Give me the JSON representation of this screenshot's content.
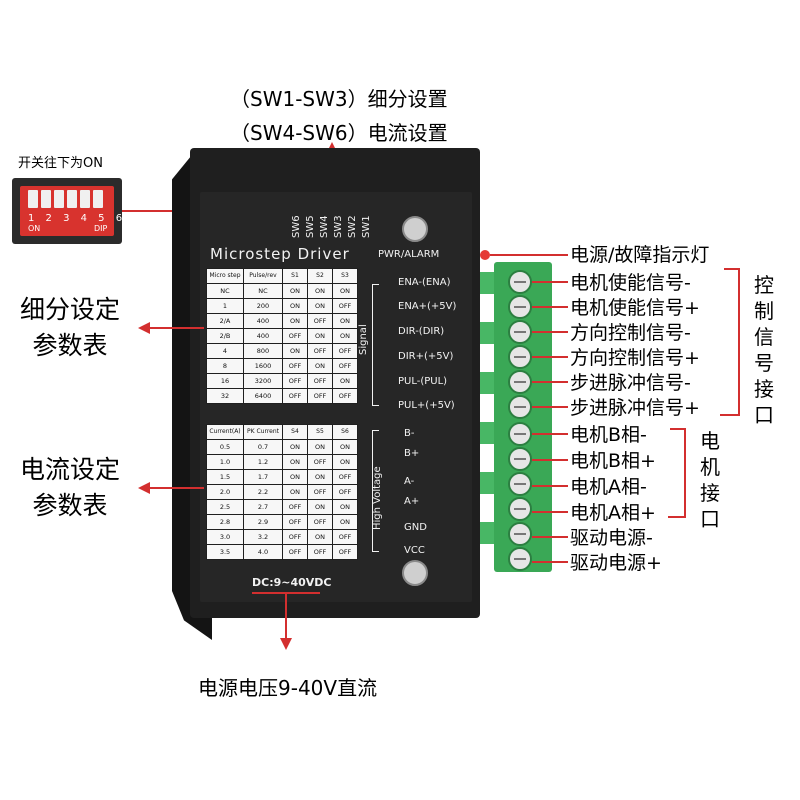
{
  "annotations": {
    "subdivision_switches": "（SW1-SW3）细分设置",
    "current_switches": "（SW4-SW6）电流设置",
    "switch_on_note": "开关往下为ON",
    "subdivision_table": [
      "细分设定",
      "参数表"
    ],
    "current_table": [
      "电流设定",
      "参数表"
    ],
    "power_voltage": "电源电压9-40V直流",
    "power_fault_led": "电源/故障指示灯",
    "control_interface": [
      "控",
      "制",
      "信",
      "号",
      "接",
      "口"
    ],
    "motor_interface": [
      "电",
      "机",
      "接",
      "口"
    ]
  },
  "terminal_labels": [
    "电机使能信号-",
    "电机使能信号+",
    "方向控制信号-",
    "方向控制信号+",
    "步进脉冲信号-",
    "步进脉冲信号+",
    "电机B相-",
    "电机B相+",
    "电机A相-",
    "电机A相+",
    "驱动电源-",
    "驱动电源+"
  ],
  "dip_photo": {
    "numbers": "1 2 3 4 5 6",
    "on": "ON",
    "dip": "DIP"
  },
  "driver": {
    "title": "Microstep Driver",
    "pwr_alarm": "PWR/ALARM",
    "switch_labels": [
      "SW6",
      "SW5",
      "SW4",
      "SW3",
      "SW2",
      "SW1"
    ],
    "signal_group": "Signal",
    "high_voltage_group": "High Voltage",
    "dc_rating": "DC:9~40VDC",
    "signal_pins": [
      "ENA-(ENA)",
      "ENA+(+5V)",
      "DIR-(DIR)",
      "DIR+(+5V)",
      "PUL-(PUL)",
      "PUL+(+5V)"
    ],
    "power_pins": [
      "B-",
      "B+",
      "A-",
      "A+",
      "GND",
      "VCC"
    ],
    "microstep_table": {
      "headers": [
        "Micro step",
        "Pulse/rev",
        "S1",
        "S2",
        "S3"
      ],
      "rows": [
        [
          "NC",
          "NC",
          "ON",
          "ON",
          "ON"
        ],
        [
          "1",
          "200",
          "ON",
          "ON",
          "OFF"
        ],
        [
          "2/A",
          "400",
          "ON",
          "OFF",
          "ON"
        ],
        [
          "2/B",
          "400",
          "OFF",
          "ON",
          "ON"
        ],
        [
          "4",
          "800",
          "ON",
          "OFF",
          "OFF"
        ],
        [
          "8",
          "1600",
          "OFF",
          "ON",
          "OFF"
        ],
        [
          "16",
          "3200",
          "OFF",
          "OFF",
          "ON"
        ],
        [
          "32",
          "6400",
          "OFF",
          "OFF",
          "OFF"
        ]
      ]
    },
    "current_table": {
      "headers": [
        "Current(A)",
        "PK Current",
        "S4",
        "S5",
        "S6"
      ],
      "rows": [
        [
          "0.5",
          "0.7",
          "ON",
          "ON",
          "ON"
        ],
        [
          "1.0",
          "1.2",
          "ON",
          "OFF",
          "ON"
        ],
        [
          "1.5",
          "1.7",
          "ON",
          "ON",
          "OFF"
        ],
        [
          "2.0",
          "2.2",
          "ON",
          "OFF",
          "OFF"
        ],
        [
          "2.5",
          "2.7",
          "OFF",
          "ON",
          "ON"
        ],
        [
          "2.8",
          "2.9",
          "OFF",
          "OFF",
          "ON"
        ],
        [
          "3.0",
          "3.2",
          "OFF",
          "ON",
          "OFF"
        ],
        [
          "3.5",
          "4.0",
          "OFF",
          "OFF",
          "OFF"
        ]
      ]
    }
  },
  "colors": {
    "annotation_red": "#d32f2f",
    "driver_black": "#1f1f1f",
    "terminal_green": "#3aa856"
  }
}
